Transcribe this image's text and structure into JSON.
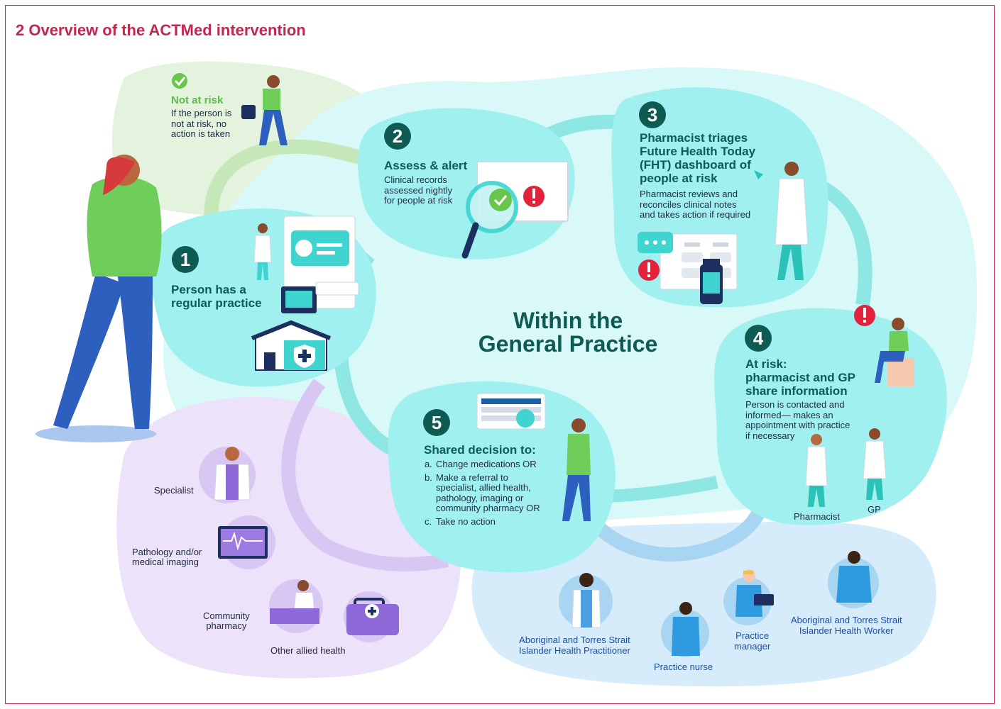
{
  "title": "2  Overview of the ACTMed intervention",
  "center_title": [
    "Within the",
    "General Practice"
  ],
  "not_at_risk": {
    "heading": "Not at risk",
    "text": [
      "If the person is",
      "not at risk, no",
      "action is taken"
    ]
  },
  "step1": {
    "number": "1",
    "heading": [
      "Person has a",
      "regular practice"
    ]
  },
  "step2": {
    "number": "2",
    "heading": "Assess & alert",
    "text": [
      "Clinical records",
      "assessed nightly",
      "for people at risk"
    ]
  },
  "step3": {
    "number": "3",
    "heading": [
      "Pharmacist triages",
      "Future Health Today",
      "(FHT) dashboard of",
      "people at risk"
    ],
    "text": [
      "Pharmacist reviews and",
      "reconciles clinical notes",
      "and takes action if required"
    ]
  },
  "step4": {
    "number": "4",
    "heading": [
      "At risk:",
      "pharmacist and GP",
      "share information"
    ],
    "text": [
      "Person is contacted and",
      "informed— makes an",
      "appointment with practice",
      "if necessary"
    ],
    "roles": [
      "Pharmacist",
      "GP"
    ]
  },
  "step5": {
    "number": "5",
    "heading": "Shared decision to:",
    "items": [
      {
        "marker": "a.",
        "lines": [
          "Change medications OR"
        ]
      },
      {
        "marker": "b.",
        "lines": [
          "Make a referral to",
          "specialist, allied health,",
          "pathology, imaging or",
          "community pharmacy OR"
        ]
      },
      {
        "marker": "c.",
        "lines": [
          "Take no action"
        ]
      }
    ]
  },
  "external_roles": {
    "specialist": "Specialist",
    "pathology": [
      "Pathology and/or",
      "medical imaging"
    ],
    "community": [
      "Community",
      "pharmacy"
    ],
    "allied": "Other allied health"
  },
  "practice_team": {
    "atsi_practitioner": [
      "Aboriginal and Torres Strait",
      "Islander Health Practitioner"
    ],
    "nurse": "Practice nurse",
    "manager": [
      "Practice",
      "manager"
    ],
    "atsi_worker": [
      "Aboriginal and Torres Strait",
      "Islander Health Worker"
    ]
  },
  "colors": {
    "accent": "#c0284f",
    "teal_dark": "#0f5a52",
    "teal_blob": "#9ff0ef",
    "teal_pale": "#d9f8f8",
    "green_pale": "#e3f3dd",
    "lilac_pale": "#ece2fa",
    "blue_pale": "#d6ecfb",
    "alert_red": "#e2223a",
    "check_green": "#68c64d"
  }
}
